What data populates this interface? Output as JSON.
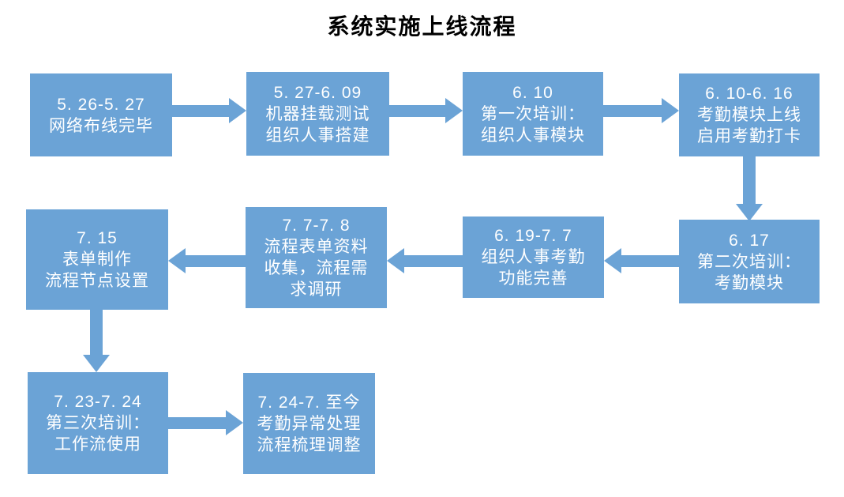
{
  "title": "系统实施上线流程",
  "colors": {
    "node_fill": "#6BA3D6",
    "node_text": "#FFFFFF",
    "arrow": "#6BA3D6",
    "title_text": "#000000",
    "background": "#FFFFFF"
  },
  "nodes": [
    {
      "id": 1,
      "text": "5. 26-5. 27\n网络布线完毕"
    },
    {
      "id": 2,
      "text": "5. 27-6. 09\n机器挂载测试\n组织人事搭建"
    },
    {
      "id": 3,
      "text": "6. 10\n第一次培训：\n组织人事模块"
    },
    {
      "id": 4,
      "text": "6. 10-6. 16\n考勤模块上线\n启用考勤打卡"
    },
    {
      "id": 5,
      "text": "6. 17\n第二次培训：\n考勤模块"
    },
    {
      "id": 6,
      "text": "6. 19-7. 7\n组织人事考勤\n功能完善"
    },
    {
      "id": 7,
      "text": "7. 7-7. 8\n流程表单资料\n收集，流程需\n求调研"
    },
    {
      "id": 8,
      "text": "7. 15\n表单制作\n流程节点设置"
    },
    {
      "id": 9,
      "text": "7. 23-7. 24\n第三次培训：\n工作流使用"
    },
    {
      "id": 10,
      "text": "7. 24-7. 至今\n考勤异常处理\n流程梳理调整"
    }
  ],
  "arrows": [
    {
      "from": 1,
      "to": 2,
      "direction": "right"
    },
    {
      "from": 2,
      "to": 3,
      "direction": "right"
    },
    {
      "from": 3,
      "to": 4,
      "direction": "right"
    },
    {
      "from": 4,
      "to": 5,
      "direction": "down"
    },
    {
      "from": 5,
      "to": 6,
      "direction": "left"
    },
    {
      "from": 6,
      "to": 7,
      "direction": "left"
    },
    {
      "from": 7,
      "to": 8,
      "direction": "left"
    },
    {
      "from": 8,
      "to": 9,
      "direction": "down"
    },
    {
      "from": 9,
      "to": 10,
      "direction": "right"
    }
  ]
}
